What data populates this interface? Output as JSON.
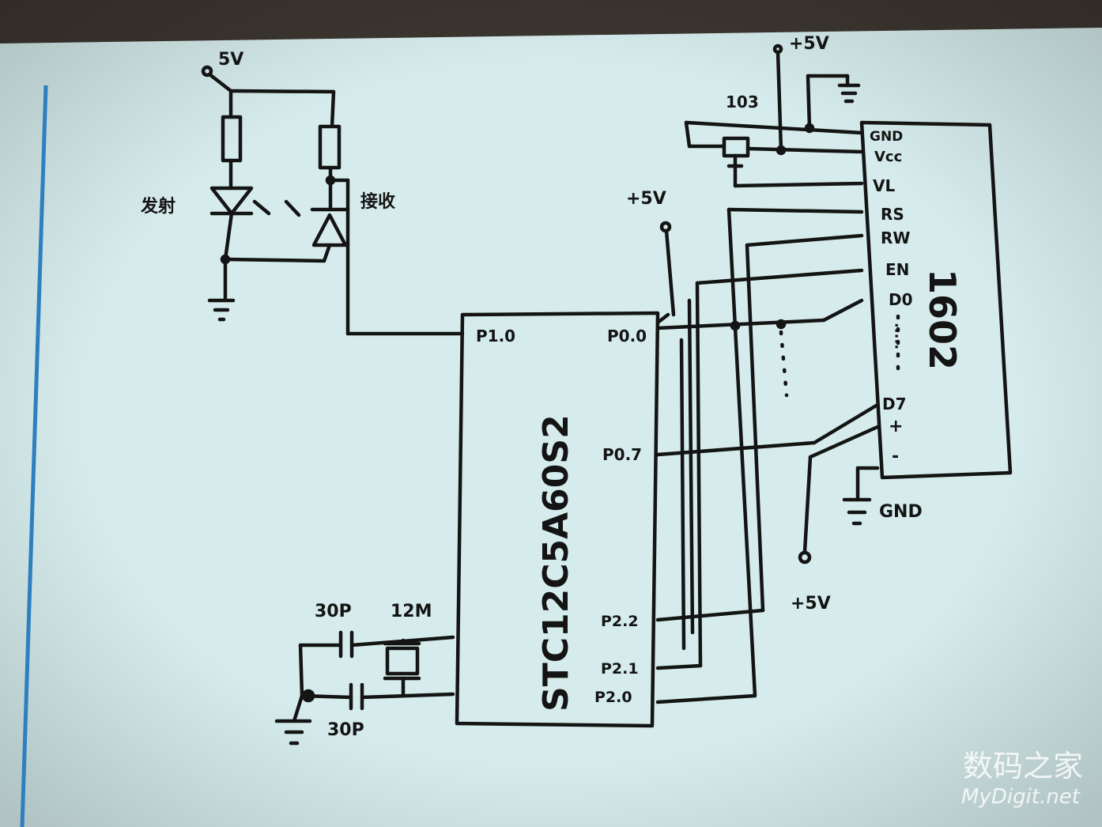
{
  "labels": {
    "supply_top_left": "5V",
    "emitter_cn": "发射",
    "receiver_cn": "接收",
    "mcu_supply": "+5V",
    "lcd_supply_top": "+5V",
    "pot_value": "103",
    "backlight_supply": "+5V",
    "lcd_gnd": "GND",
    "cap_top": "30P",
    "cap_bottom": "30P",
    "crystal": "12M",
    "mcu_name": "STC12C5A60S2",
    "lcd_name": "1602"
  },
  "mcu_pins": {
    "p1_0": "P1.0",
    "p0_0": "P0.0",
    "p0_7": "P0.7",
    "p2_2": "P2.2",
    "p2_1": "P2.1",
    "p2_0": "P2.0"
  },
  "lcd_pins": {
    "gnd": "GND",
    "vcc": "Vcc",
    "vl": "VL",
    "rs": "RS",
    "rw": "RW",
    "en": "EN",
    "d0": "D0",
    "dots": "·····",
    "d7": "D7",
    "plus": "+",
    "minus": "-"
  },
  "watermark": {
    "cn": "数码之家",
    "en": "MyDigit.net"
  },
  "colors": {
    "paper": "#d6ecec",
    "ink": "#141414",
    "margin_line": "#2e7fbf",
    "background": "#3c3630"
  }
}
